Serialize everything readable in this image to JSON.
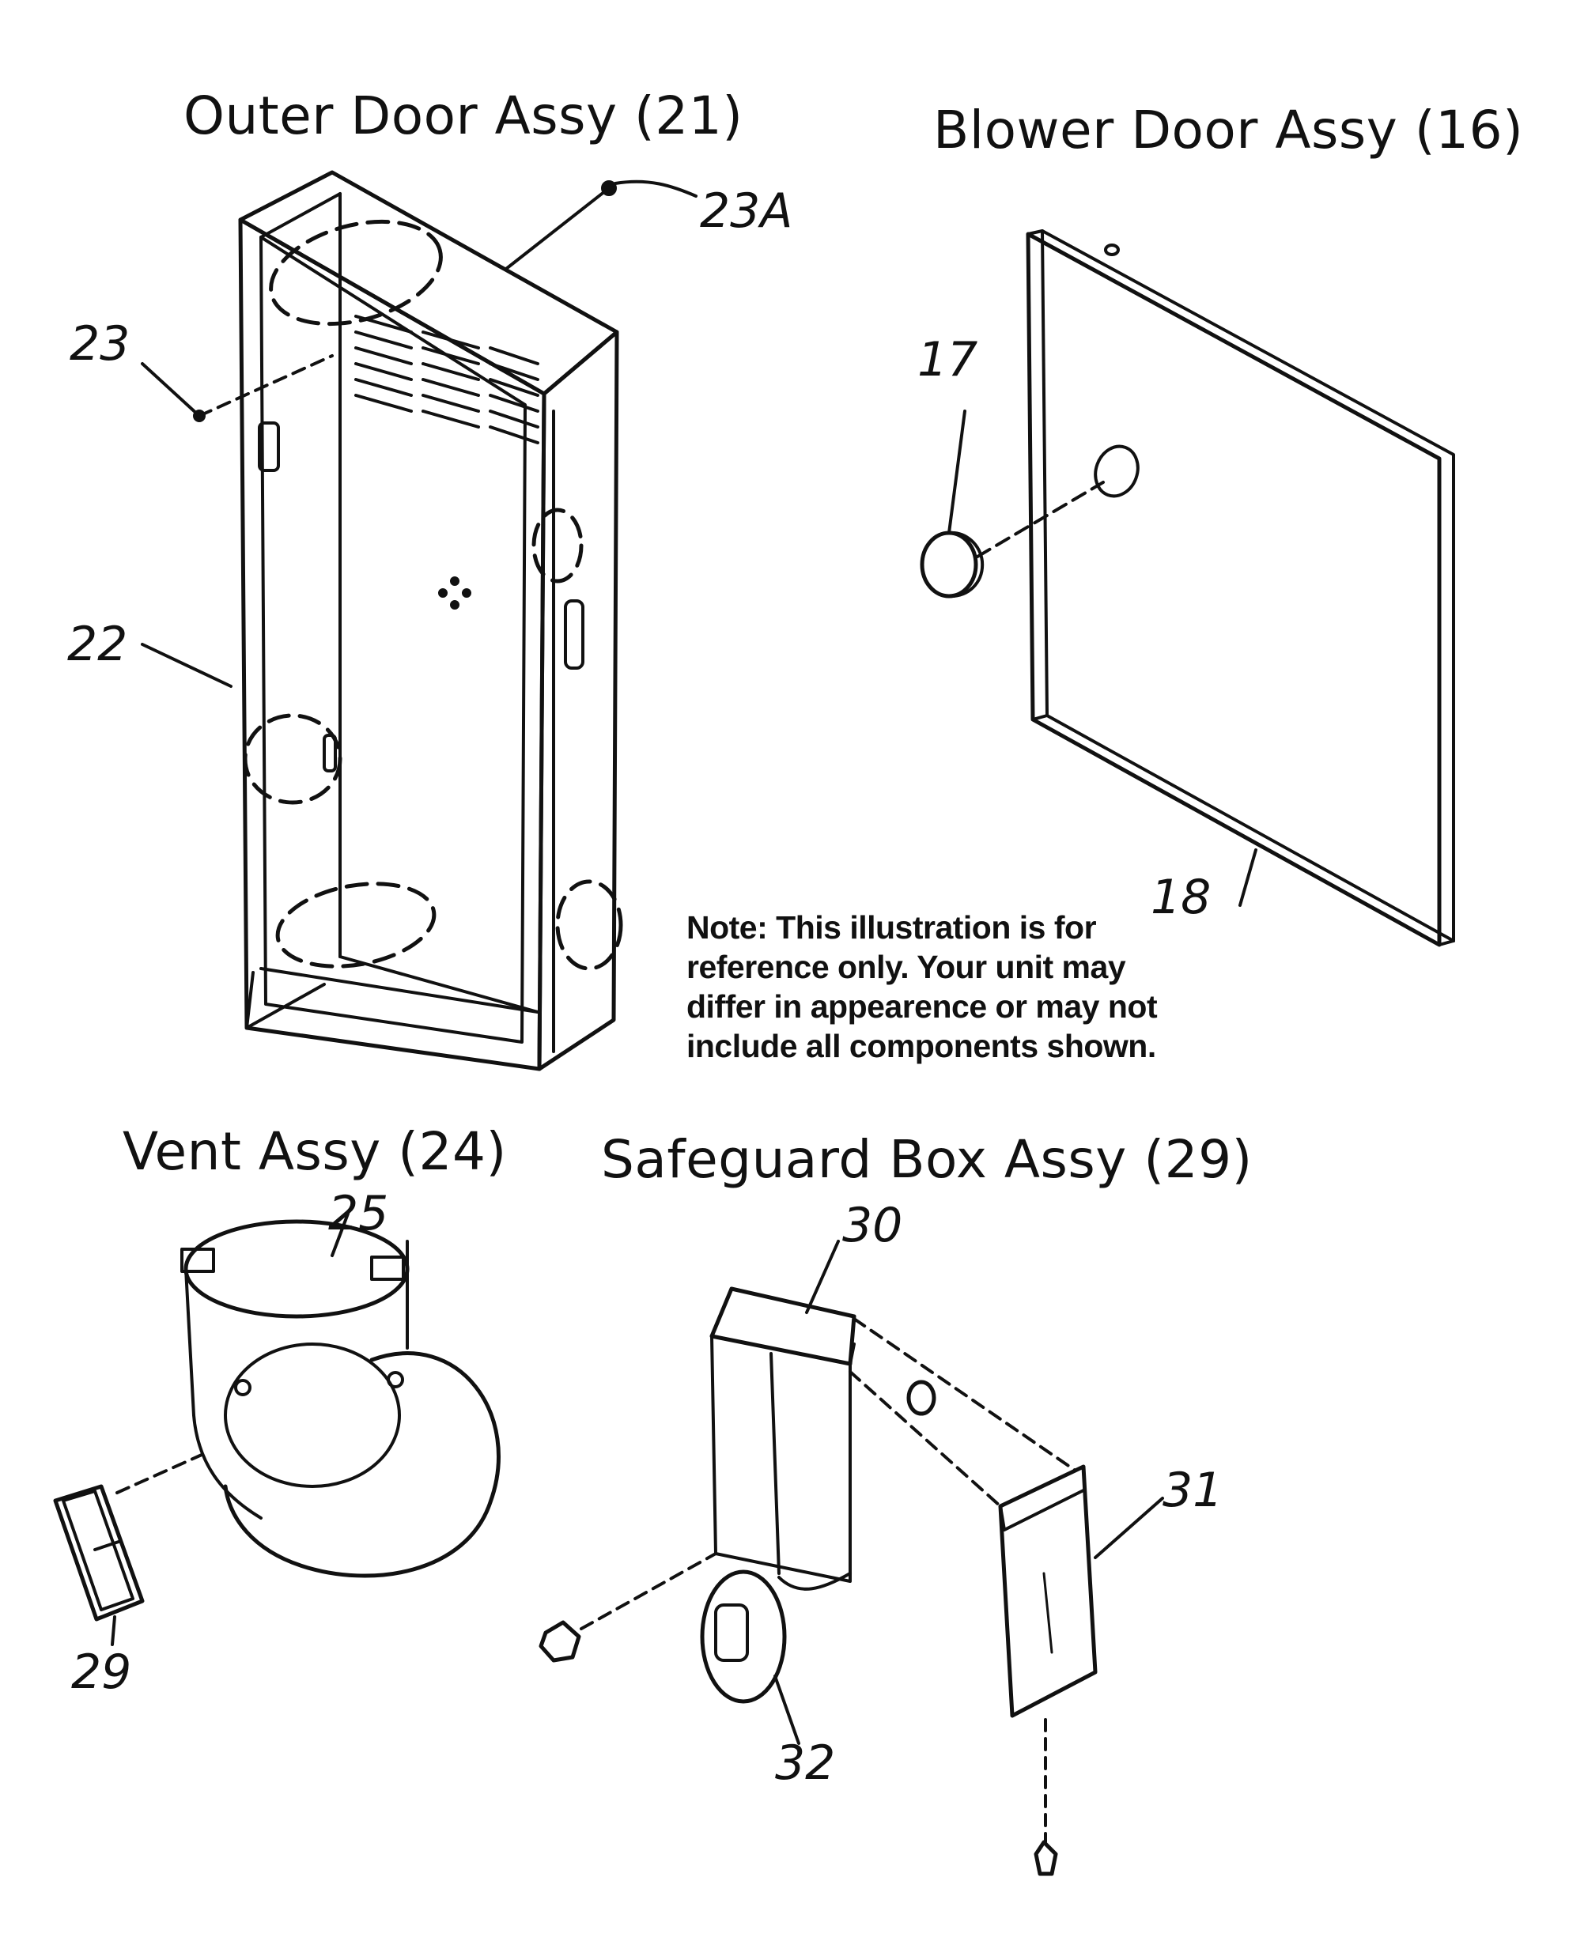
{
  "titles": {
    "outer_door": "Outer Door Assy (21)",
    "blower_door": "Blower Door Assy (16)",
    "vent": "Vent Assy (24)",
    "safeguard_box": "Safeguard Box Assy (29)"
  },
  "callouts": {
    "c17": "17",
    "c18": "18",
    "c22": "22",
    "c23": "23",
    "c23a": "23A",
    "c25": "25",
    "c29": "29",
    "c30": "30",
    "c31": "31",
    "c32": "32"
  },
  "note": {
    "line1": "Note: This illustration is for",
    "line2": "reference only. Your unit may",
    "line3": "differ in appearence or may not",
    "line4": "include all components shown."
  },
  "colors": {
    "ink": "#111111",
    "paper": "#ffffff"
  }
}
